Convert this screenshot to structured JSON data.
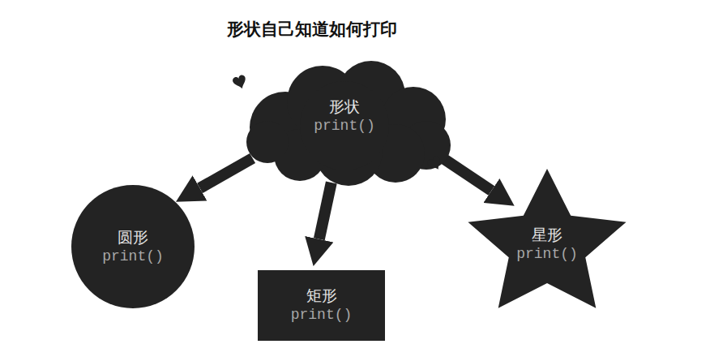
{
  "diagram": {
    "title": "形状自己知道如何打印",
    "nodes": [
      {
        "text": [
          "形状",
          "print()"
        ]
      },
      {
        "text": [
          "圆形",
          "print()"
        ]
      },
      {
        "text": [
          "矩形",
          "print()"
        ]
      },
      {
        "text": [
          "星形",
          "print()"
        ]
      }
    ],
    "edges": [
      {
        "from": 0,
        "to": 1,
        "arrow": "to"
      },
      {
        "from": 0,
        "to": 2,
        "arrow": "to"
      },
      {
        "from": 0,
        "to": 3,
        "arrow": "to"
      }
    ]
  }
}
